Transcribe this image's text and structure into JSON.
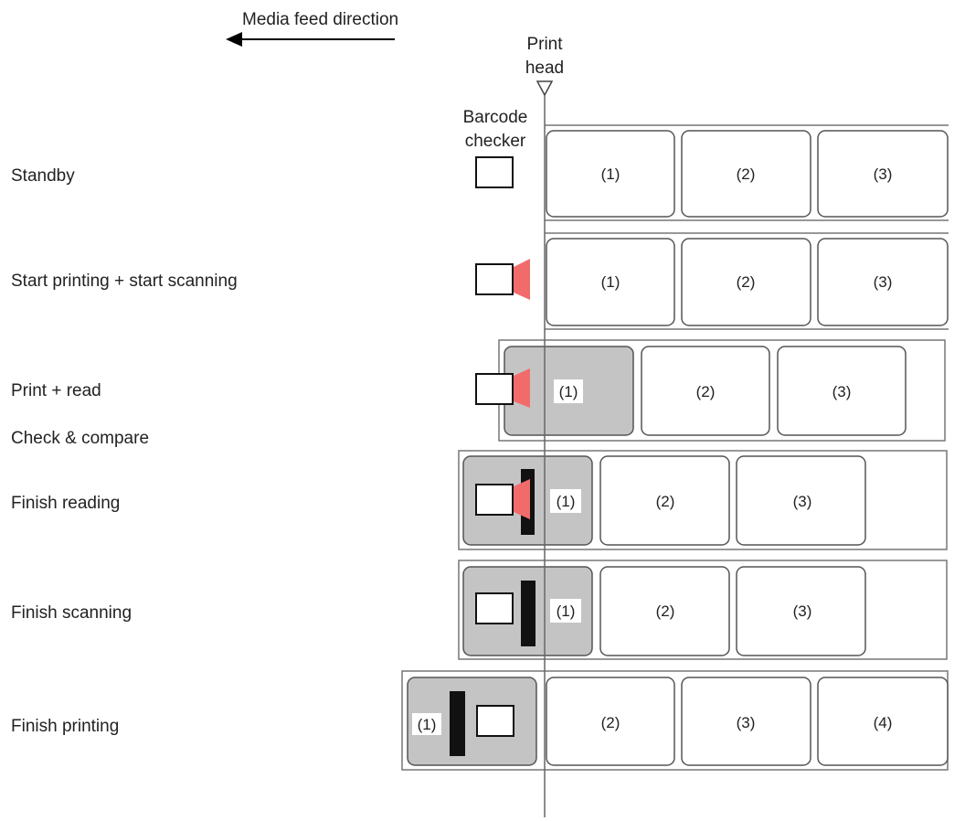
{
  "header": {
    "feed_direction": "Media feed direction",
    "print_head_line1": "Print",
    "print_head_line2": "head",
    "checker_line1": "Barcode",
    "checker_line2": "checker"
  },
  "steps": [
    {
      "label": "Standby",
      "labels": [
        "(1)",
        "(2)",
        "(3)"
      ]
    },
    {
      "label": "Start printing + start scanning",
      "labels": [
        "(1)",
        "(2)",
        "(3)"
      ]
    },
    {
      "label": "Print + read",
      "label2": "Check & compare",
      "labels": [
        "(1)",
        "(2)",
        "(3)"
      ]
    },
    {
      "label": "Finish reading",
      "labels": [
        "(1)",
        "(2)",
        "(3)"
      ]
    },
    {
      "label": "Finish scanning",
      "labels": [
        "(1)",
        "(2)",
        "(3)"
      ]
    },
    {
      "label": "Finish printing",
      "labels": [
        "(1)",
        "(2)",
        "(3)",
        "(4)"
      ]
    }
  ],
  "colors": {
    "printed_label": "#c4c4c4",
    "scan_beam": "#f26b6b",
    "outline": "#555555"
  }
}
